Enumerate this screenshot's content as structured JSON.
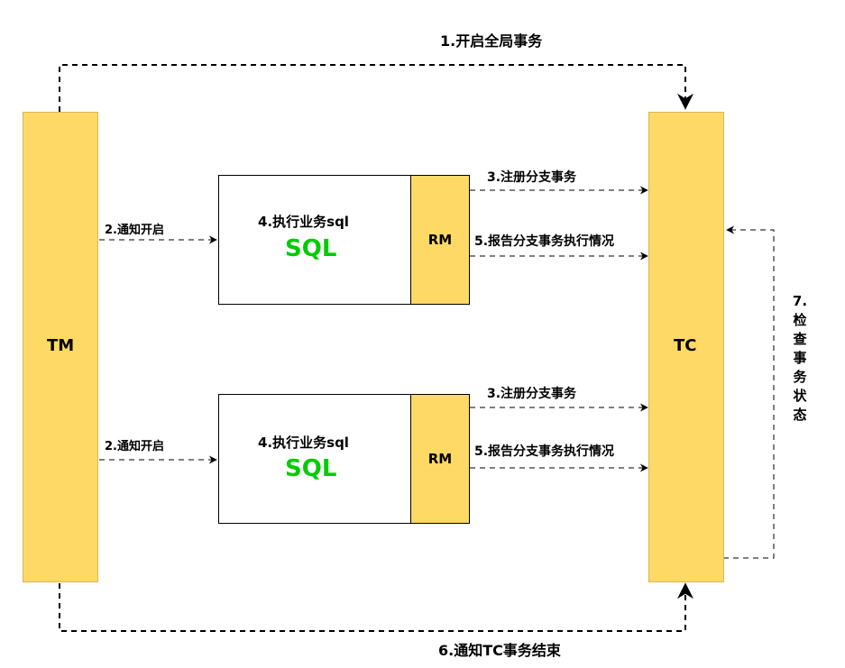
{
  "diagram": {
    "tm_label": "TM",
    "tc_label": "TC",
    "colors": {
      "bar_fill": "#ffd966",
      "bar_border": "#d6b656",
      "sql_green": "#00cc00",
      "line": "#000000"
    },
    "top_arrow_label": "1.开启全局事务",
    "bottom_arrow_label": "6.通知TC事务结束",
    "right_arrow_label": "7.检查事务状态",
    "branches": [
      {
        "notify_label": "2.通知开启",
        "exec_label": "4.执行业务sql",
        "sql_label": "SQL",
        "rm_label": "RM",
        "register_label": "3.注册分支事务",
        "report_label": "5.报告分支事务执行情况"
      },
      {
        "notify_label": "2.通知开启",
        "exec_label": "4.执行业务sql",
        "sql_label": "SQL",
        "rm_label": "RM",
        "register_label": "3.注册分支事务",
        "report_label": "5.报告分支事务执行情况"
      }
    ]
  }
}
